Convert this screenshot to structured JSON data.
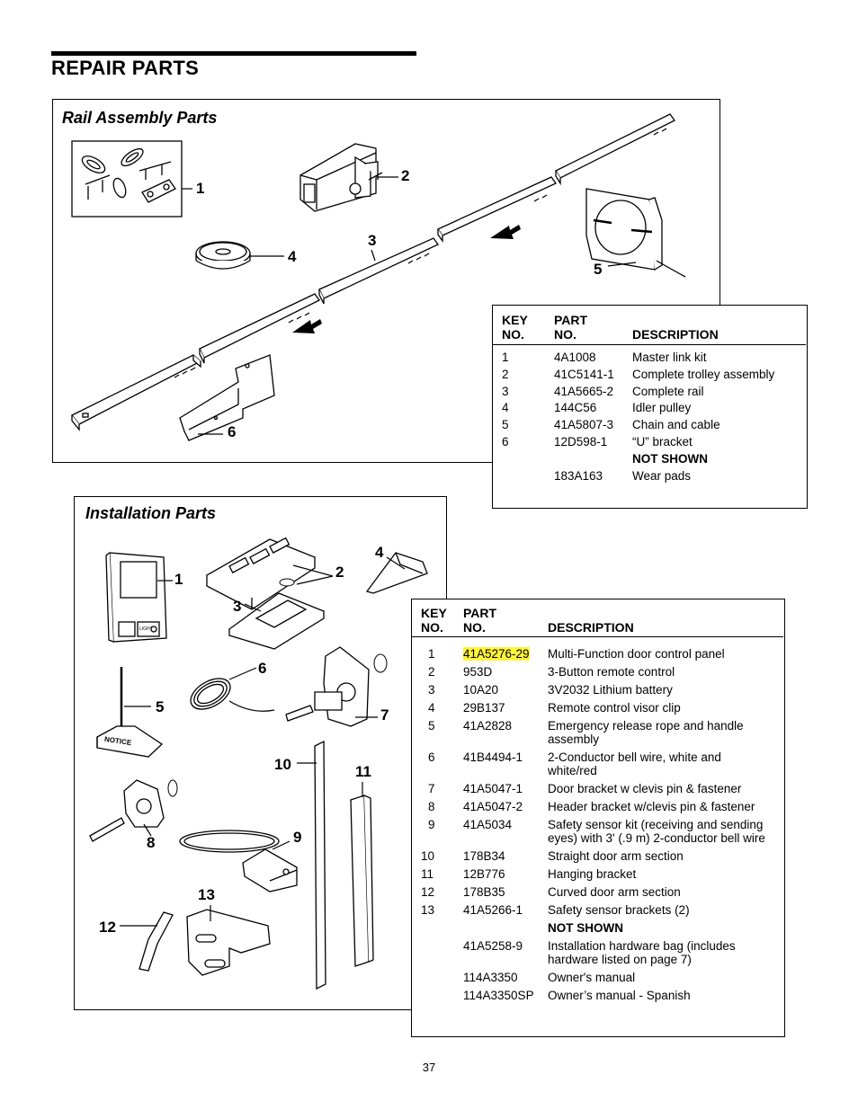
{
  "page": {
    "title": "REPAIR PARTS",
    "page_number": "37"
  },
  "rail_assembly": {
    "title": "Rail Assembly Parts",
    "callouts": [
      "1",
      "2",
      "3",
      "4",
      "5",
      "6"
    ],
    "table": {
      "headers": {
        "key": [
          "KEY",
          "NO."
        ],
        "part": [
          "PART",
          "NO."
        ],
        "desc": "DESCRIPTION"
      },
      "rows": [
        {
          "key": "1",
          "part": "4A1008",
          "desc": "Master link kit"
        },
        {
          "key": "2",
          "part": "41C5141-1",
          "desc": "Complete trolley assembly"
        },
        {
          "key": "3",
          "part": "41A5665-2",
          "desc": "Complete rail"
        },
        {
          "key": "4",
          "part": "144C56",
          "desc": "Idler pulley"
        },
        {
          "key": "5",
          "part": "41A5807-3",
          "desc": "Chain and cable"
        },
        {
          "key": "6",
          "part": "12D598-1",
          "desc": "“U” bracket"
        }
      ],
      "not_shown_label": "NOT SHOWN",
      "not_shown": [
        {
          "key": "",
          "part": "183A163",
          "desc": "Wear pads"
        }
      ]
    }
  },
  "installation": {
    "title": "Installation Parts",
    "callouts": [
      "1",
      "2",
      "3",
      "4",
      "5",
      "6",
      "7",
      "8",
      "9",
      "10",
      "11",
      "12",
      "13"
    ],
    "notice_label": "NOTICE",
    "control_labels": [
      "LIGHT"
    ],
    "table": {
      "headers": {
        "key": [
          "KEY",
          "NO."
        ],
        "part": [
          "PART",
          "NO."
        ],
        "desc": "DESCRIPTION"
      },
      "rows": [
        {
          "key": "1",
          "part": "41A5276-29",
          "desc": "Multi-Function door control panel",
          "highlight": true
        },
        {
          "key": "2",
          "part": "953D",
          "desc": "3-Button remote control"
        },
        {
          "key": "3",
          "part": "10A20",
          "desc": "3V2032 Lithium battery"
        },
        {
          "key": "4",
          "part": "29B137",
          "desc": "Remote control visor clip"
        },
        {
          "key": "5",
          "part": "41A2828",
          "desc": "Emergency release rope and handle assembly"
        },
        {
          "key": "6",
          "part": "41B4494-1",
          "desc": "2-Conductor bell wire, white and white/red"
        },
        {
          "key": "7",
          "part": "41A5047-1",
          "desc": "Door bracket w clevis pin & fastener"
        },
        {
          "key": "8",
          "part": "41A5047-2",
          "desc": "Header bracket w/clevis pin & fastener"
        },
        {
          "key": "9",
          "part": "41A5034",
          "desc": "Safety sensor kit (receiving and sending eyes) with 3' (.9 m) 2-conductor bell wire"
        },
        {
          "key": "10",
          "part": "178B34",
          "desc": "Straight door arm section"
        },
        {
          "key": "11",
          "part": "12B776",
          "desc": "Hanging bracket"
        },
        {
          "key": "12",
          "part": "178B35",
          "desc": "Curved door arm section"
        },
        {
          "key": "13",
          "part": "41A5266-1",
          "desc": "Safety sensor brackets (2)"
        }
      ],
      "not_shown_label": "NOT SHOWN",
      "not_shown": [
        {
          "key": "",
          "part": "41A5258-9",
          "desc": "Installation hardware bag (includes hardware listed on page 7)"
        },
        {
          "key": "",
          "part": "114A3350",
          "desc": "Owner's manual"
        },
        {
          "key": "",
          "part": "114A3350SP",
          "desc": "Owner’s manual - Spanish"
        }
      ]
    }
  }
}
